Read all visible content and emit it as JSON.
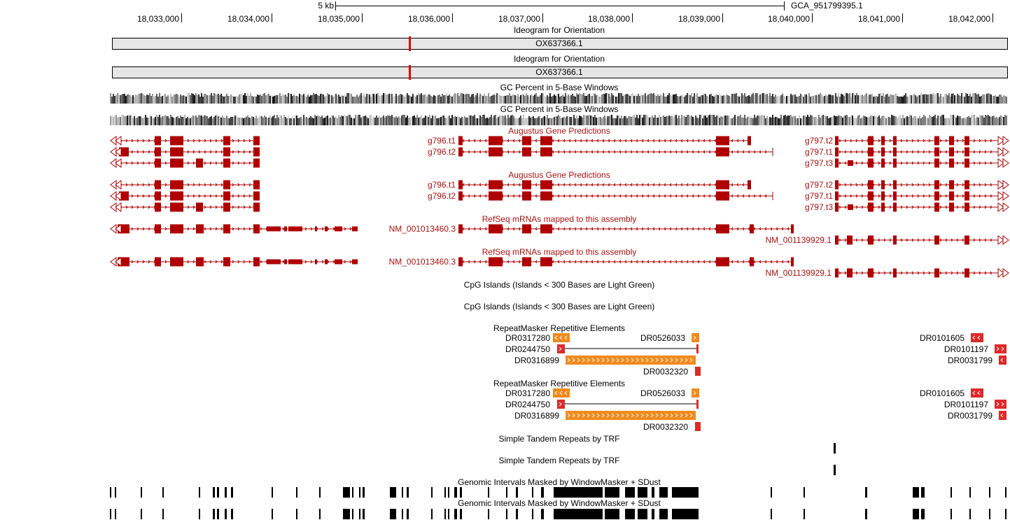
{
  "ruler": {
    "scale_label": "5 kb",
    "assembly_label": "GCA_951799395.1",
    "ticks": [
      "18,033,000",
      "18,034,000",
      "18,035,000",
      "18,036,000",
      "18,037,000",
      "18,038,000",
      "18,039,000",
      "18,040,000",
      "18,041,000",
      "18,042,000"
    ]
  },
  "ideogram": {
    "title": "Ideogram for Orientation",
    "chrom": "OX637366.1"
  },
  "gc": {
    "title": "GC Percent in 5-Base Windows"
  },
  "augustus": {
    "title": "Augustus Gene Predictions",
    "left_labels": [
      "g796.t1",
      "g796.t2"
    ],
    "right_labels": [
      "g797.t2",
      "g797.t1",
      "g797.t3"
    ]
  },
  "refseq": {
    "title": "RefSeq mRNAs mapped to this assembly",
    "label_a": "NM_001013460.3",
    "label_b": "NM_001139929.1"
  },
  "cpg": {
    "title": "CpG Islands (Islands < 300 Bases are Light Green)"
  },
  "rmsk": {
    "title": "RepeatMasker Repetitive Elements",
    "labels": [
      "DR0317280",
      "DR0526033",
      "DR0244750",
      "DR0316899",
      "DR0032320",
      "DR0101605",
      "DR0101197",
      "DR0031799"
    ]
  },
  "trf": {
    "title": "Simple Tandem Repeats by TRF"
  },
  "wm": {
    "title": "Genomic Intervals Masked by WindowMasker + SDust"
  },
  "colors": {
    "gene": "#b00000",
    "repeat_orange": "#f28a1c",
    "repeat_red": "#dd2a2a",
    "ideo_fill": "#e6e6e6",
    "ideo_marker": "#e00000"
  }
}
